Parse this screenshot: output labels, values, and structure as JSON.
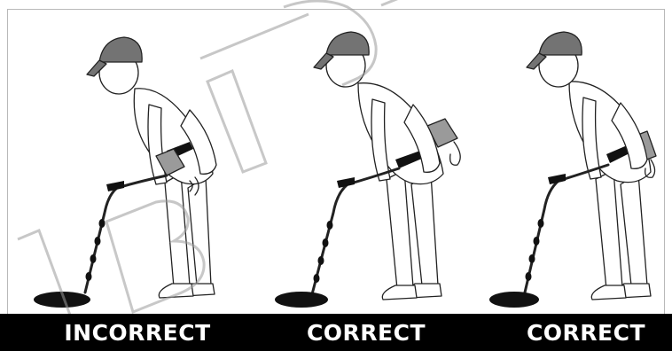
{
  "panels": [
    {
      "label": "INCORRECT",
      "control_box": "on-arm"
    },
    {
      "label": "CORRECT",
      "control_box": "on-belt"
    },
    {
      "label": "CORRECT",
      "control_box": "on-hip"
    }
  ],
  "colors": {
    "cap": "#737373",
    "outline": "#222222",
    "fill": "#ffffff",
    "label_bar": "#000000",
    "label_text": "#ffffff",
    "watermark": "#9a9a9a"
  }
}
